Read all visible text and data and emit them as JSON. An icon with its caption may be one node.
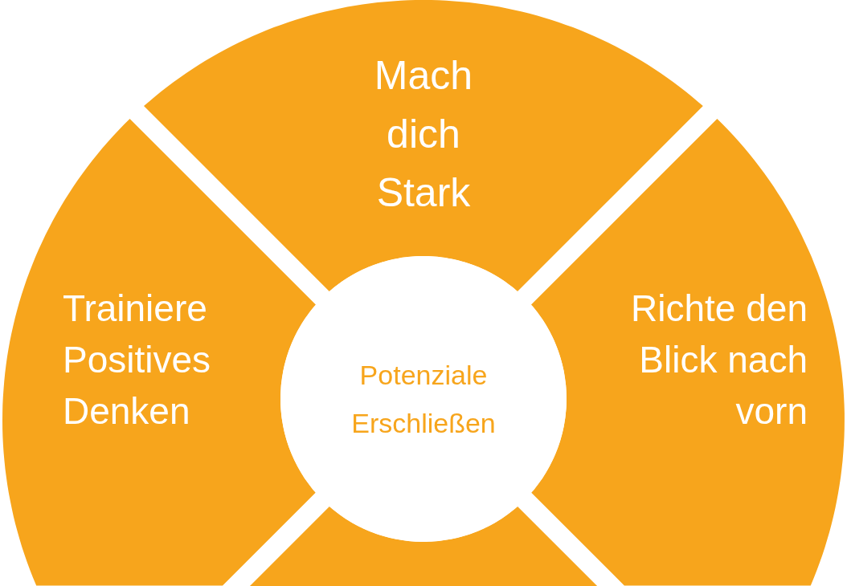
{
  "diagram": {
    "nodes": [
      {
        "text": [
          "Mach dich Stark"
        ]
      },
      {
        "text": [
          "Trainiere Positives Denken"
        ]
      },
      {
        "text": [
          "Potenziale Erschließen"
        ]
      },
      {
        "text": [
          "Richte den Blick nach vorn"
        ]
      },
      {
        "text": [],
        "shape": "sector"
      }
    ]
  }
}
